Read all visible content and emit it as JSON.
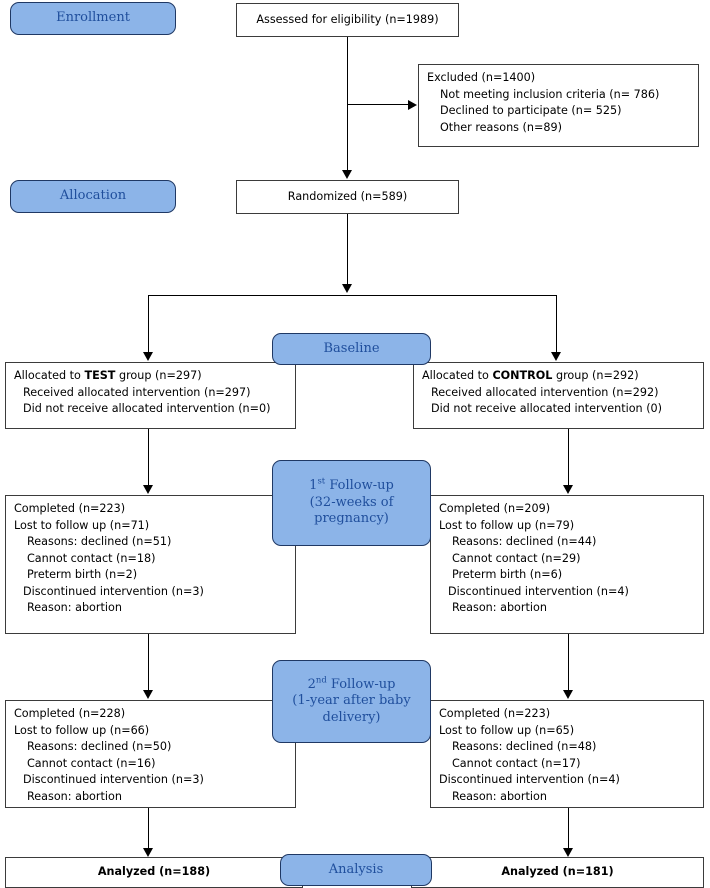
{
  "diagram": {
    "title": "CONSORT participant flow diagram",
    "accent_color": "#8cb4e8",
    "stage_text_color": "#1f4e9c",
    "border_color": "#3b3b3b"
  },
  "stages": {
    "enrollment": "Enrollment",
    "allocation": "Allocation",
    "baseline": "Baseline",
    "followup1_line1": "1",
    "followup1_sup": "st",
    "followup1_line1b": " Follow-up",
    "followup1_line2": "(32-weeks of",
    "followup1_line3": "pregnancy)",
    "followup2_line1": "2",
    "followup2_sup": "nd",
    "followup2_line1b": " Follow-up",
    "followup2_line2": "(1-year after baby",
    "followup2_line3": "delivery)",
    "analysis": "Analysis"
  },
  "enrollment": {
    "assessed": "Assessed for eligibility (n=1989)",
    "excluded_title": "Excluded (n=1400)",
    "excluded_reasons": [
      "Not meeting inclusion criteria (n= 786)",
      "Declined to participate (n= 525)",
      "Other reasons (n=89)"
    ],
    "randomized": "Randomized (n=589)"
  },
  "allocation": {
    "test": {
      "heading_pre": "Allocated to ",
      "heading_bold": "TEST",
      "heading_post": " group (n=297)",
      "lines": [
        "Received allocated intervention (n=297)",
        "Did not receive allocated intervention (n=0)"
      ]
    },
    "control": {
      "heading_pre": "Allocated to ",
      "heading_bold": "CONTROL",
      "heading_post": " group (n=292)",
      "lines": [
        "Received allocated intervention (n=292)",
        "Did not receive allocated intervention (0)"
      ]
    }
  },
  "followup1": {
    "test": {
      "completed": "Completed (n=223)",
      "lost": "Lost to follow up (n=71)",
      "reasons": [
        "Reasons: declined (n=51)",
        "Cannot contact (n=18)",
        "Preterm birth (n=2)"
      ],
      "discontinued": "Discontinued intervention (n=3)",
      "discontinued_reason": "Reason: abortion"
    },
    "control": {
      "completed": "Completed (n=209)",
      "lost": "Lost to follow up (n=79)",
      "reasons": [
        "Reasons: declined (n=44)",
        "Cannot contact (n=29)",
        "Preterm birth (n=6)"
      ],
      "discontinued": "Discontinued intervention (n=4)",
      "discontinued_reason": "Reason: abortion"
    }
  },
  "followup2": {
    "test": {
      "completed": "Completed (n=228)",
      "lost": "Lost to follow up (n=66)",
      "reasons": [
        "Reasons: declined (n=50)",
        "Cannot contact (n=16)"
      ],
      "discontinued": "Discontinued intervention (n=3)",
      "discontinued_reason": "Reason: abortion"
    },
    "control": {
      "completed": "Completed (n=223)",
      "lost": "Lost to follow up (n=65)",
      "reasons": [
        "Reasons: declined (n=48)",
        "Cannot contact (n=17)"
      ],
      "discontinued": "Discontinued intervention (n=4)",
      "discontinued_reason": "Reason: abortion"
    }
  },
  "analysis": {
    "test": "Analyzed (n=188)",
    "control": "Analyzed (n=181)"
  }
}
